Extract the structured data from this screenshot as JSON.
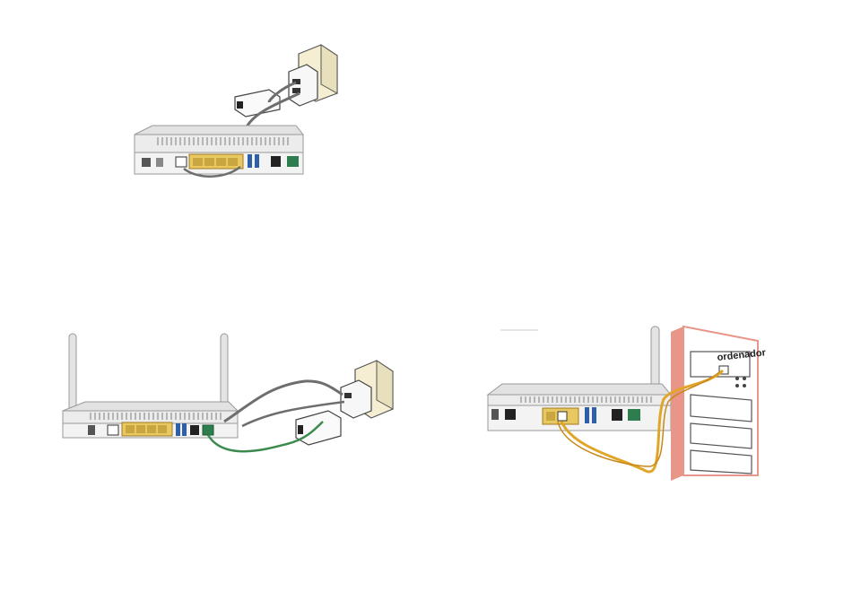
{
  "figures": [
    {
      "id": "router-phone-splitter"
    },
    {
      "id": "router-antennas-splitter"
    },
    {
      "id": "router-computer"
    }
  ],
  "computer": {
    "label": "ordenador"
  },
  "colors": {
    "cable_gray": "#6e6e6e",
    "cable_green": "#3c8a4e",
    "cable_yellow": "#e0a629",
    "port_yellow": "#e8c860",
    "wall_plate": "#f5eed2",
    "pc_edge": "#e8968a"
  },
  "icons": [
    "router",
    "antenna",
    "wall-socket",
    "splitter",
    "ethernet-port",
    "usb-port",
    "phone-port",
    "computer-case"
  ]
}
